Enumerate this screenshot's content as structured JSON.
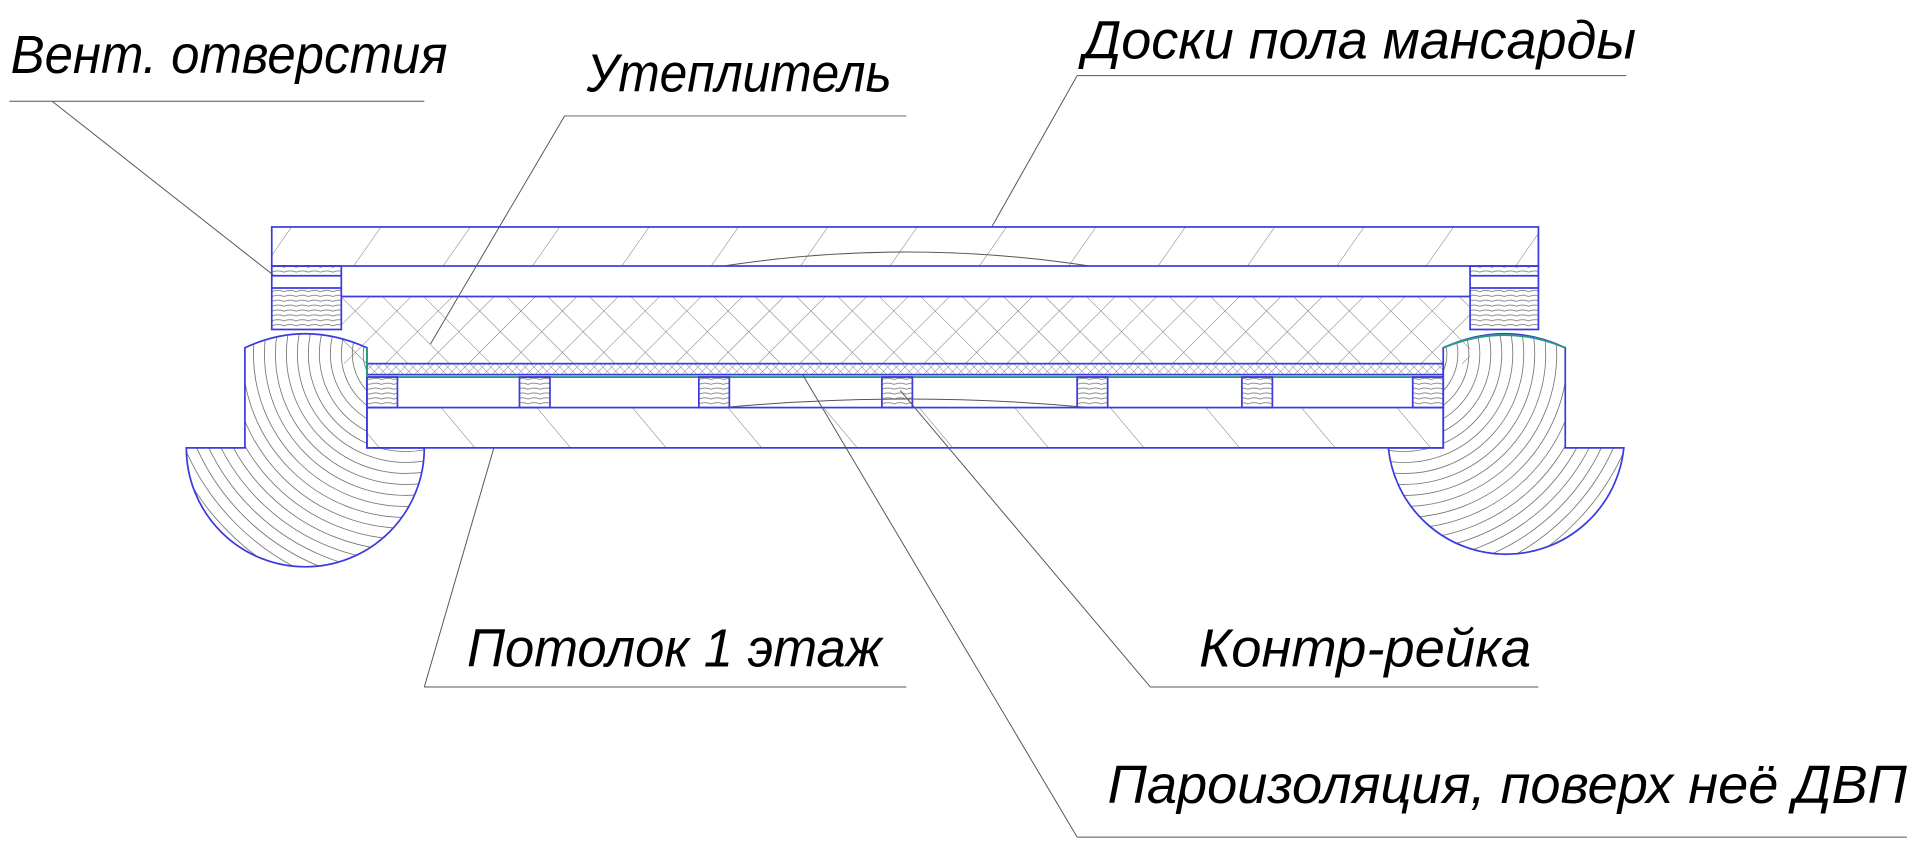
{
  "labels": {
    "vent": "Вент. отверстия",
    "insulation": "Утеплитель",
    "floor_boards": "Доски пола мансарды",
    "ceiling": "Потолок 1 этаж",
    "counter_batten": "Контр-рейка",
    "vapor_barrier": "Пароизоляция, поверх неё ДВП"
  },
  "colors": {
    "outline": "#3a3ae0",
    "hatch": "#777777",
    "membrane": "#2a9a80"
  }
}
